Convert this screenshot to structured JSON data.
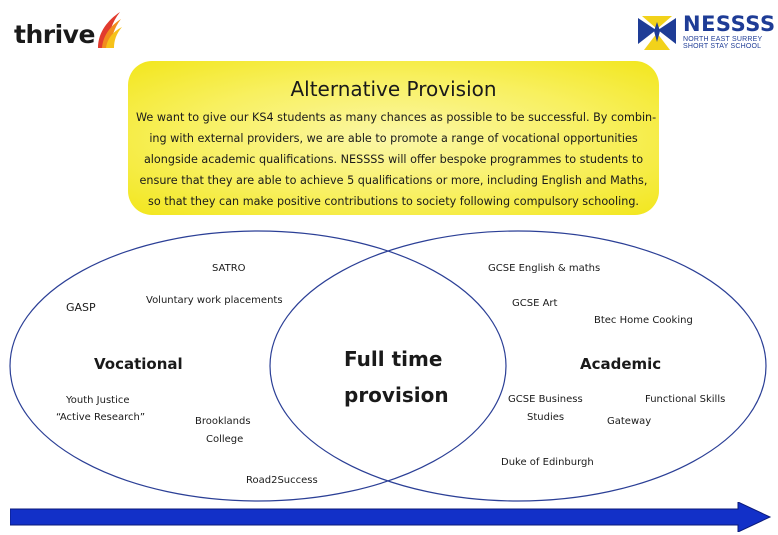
{
  "logos": {
    "left_text": "thrive",
    "right_abbr": "NESSSS",
    "right_line1": "NORTH EAST SURREY",
    "right_line2": "SHORT STAY SCHOOL"
  },
  "intro": {
    "title": "Alternative Provision",
    "lines": [
      "We want to give our KS4 students as many chances as possible to be successful.  By combin-",
      "ing with external providers, we are able to promote a range of vocational opportunities",
      "alongside academic qualifications.  NESSSS will offer bespoke programmes to students to",
      "ensure that they are able to achieve 5 qualifications or more, including English and Maths,",
      "so that they can make positive contributions to society following compulsory schooling."
    ]
  },
  "venn": {
    "left_title": "Vocational",
    "right_title": "Academic",
    "center_line1": "Full time",
    "center_line2": "provision",
    "left_items": {
      "satro": "SATRO",
      "gasp": "GASP",
      "voluntary": "Voluntary work placements",
      "youth_justice": "Youth Justice",
      "active_research": "“Active Research”",
      "brooklands_1": "Brooklands",
      "brooklands_2": "College",
      "road2success": "Road2Success"
    },
    "right_items": {
      "gcse_english": "GCSE English & maths",
      "gcse_art": "GCSE Art",
      "btec": "Btec Home Cooking",
      "gcse_business_1": "GCSE Business",
      "gcse_business_2": "Studies",
      "functional": "Functional Skills",
      "gateway": "Gateway",
      "duke": "Duke of Edinburgh"
    },
    "colors": {
      "ellipse": "#2b3f96",
      "arrow": "#1230c8",
      "box": "#f8f060"
    }
  }
}
